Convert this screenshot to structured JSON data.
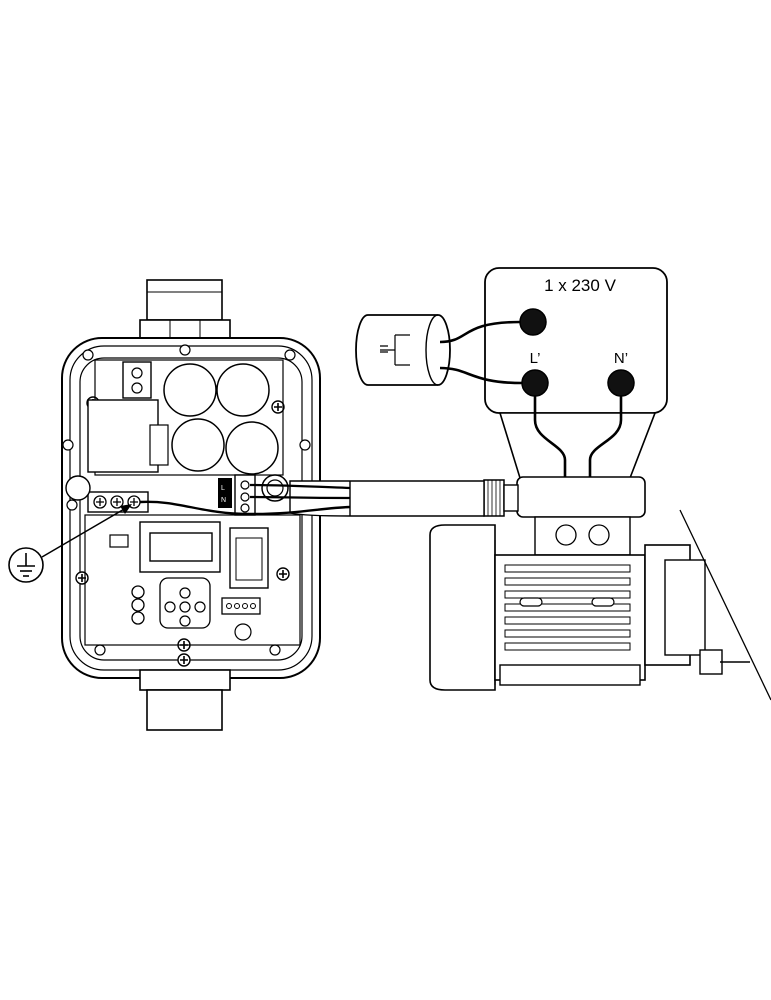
{
  "diagram": {
    "voltage_label": "1 x 230 V",
    "terminal_l_prime": "L’",
    "terminal_n_prime": "N’",
    "controller_terminal_l": "L",
    "controller_terminal_n": "N",
    "ground_icon": "protective-earth-icon",
    "capacitor_icon": "capacitor-icon"
  }
}
